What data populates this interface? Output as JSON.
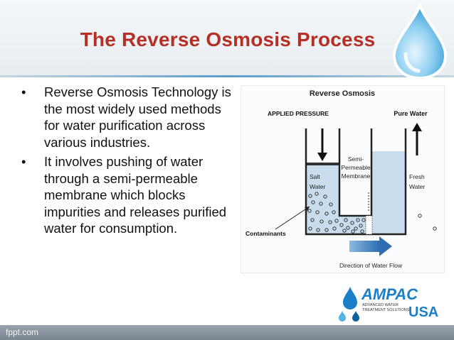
{
  "slide": {
    "title": "The Reverse Osmosis Process",
    "bullets": [
      "Reverse Osmosis Technology is the most widely used methods for water purification across various industries.",
      "It involves pushing of water through a semi-permeable membrane which blocks impurities and releases purified water for consumption."
    ],
    "bullet_symbol": "•"
  },
  "diagram": {
    "title": "Reverse Osmosis",
    "applied_pressure": "APPLIED PRESSURE",
    "pure_water": "Pure Water",
    "membrane_label": [
      "Semi-",
      "Permeable",
      "Membrane"
    ],
    "salt_water": [
      "Salt",
      "Water"
    ],
    "fresh_water": [
      "Fresh",
      "Water"
    ],
    "contaminants": "Contaminants",
    "flow_label": "Direction of Water Flow"
  },
  "logo": {
    "brand": "AMPAC",
    "region": "USA",
    "tagline_1": "ADVANCED WATER",
    "tagline_2": "TREATMENT SOLUTIONS"
  },
  "footer": {
    "text": "fppt.com"
  },
  "colors": {
    "title": "#b52f24",
    "water": "#c9ddee",
    "arrow_blue": "#2f6fb1",
    "logo_blue": "#1a7fc8"
  }
}
